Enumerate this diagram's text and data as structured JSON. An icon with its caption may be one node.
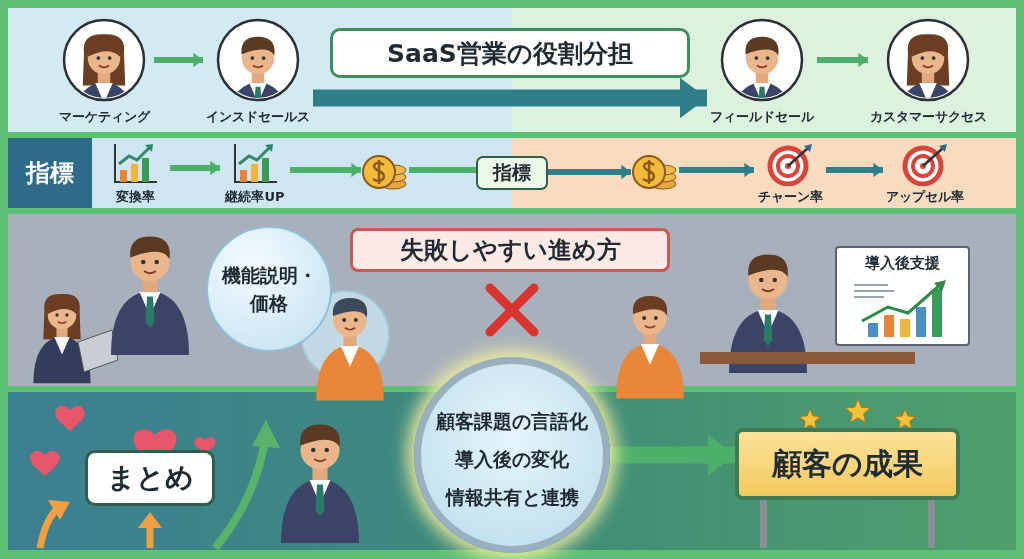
{
  "diagram": {
    "title": "SaaS営業の役割分担",
    "nodes": [
      {
        "text": [
          "マーケティング"
        ]
      },
      {
        "text": [
          "インスドセールス"
        ]
      },
      {
        "text": [
          "フィールドセール"
        ]
      },
      {
        "text": [
          "カスタマーサクセス"
        ]
      },
      {
        "text": [
          "変換率"
        ]
      },
      {
        "text": [
          "継続率UP"
        ]
      },
      {
        "text": [],
        "shape": "picture"
      },
      {
        "text": [
          "指標"
        ]
      },
      {
        "text": [],
        "shape": "picture"
      },
      {
        "text": [
          "チャーン率"
        ]
      },
      {
        "text": [
          "アップセル率"
        ]
      },
      {
        "text": [
          "機能説明・価格"
        ]
      },
      {
        "text": [
          "導入後支援"
        ]
      },
      {
        "text": [
          "まとめ"
        ]
      },
      {
        "text": [
          "顧客課題の言語化",
          "導入後の変化",
          "情報共有と連携"
        ]
      },
      {
        "text": [
          "顧客の成果"
        ]
      }
    ],
    "edges": [
      {
        "from": 0,
        "to": 1,
        "arrow": "to"
      },
      {
        "from": 1,
        "to": 2,
        "arrow": "to",
        "style": "thick",
        "color": "#2f7f8a"
      },
      {
        "from": 2,
        "to": 3,
        "arrow": "to"
      },
      {
        "from": 4,
        "to": 5,
        "arrow": "to"
      },
      {
        "from": 5,
        "to": 6,
        "arrow": "to"
      },
      {
        "from": 6,
        "to": 7,
        "arrow": "none"
      },
      {
        "from": 7,
        "to": 8,
        "arrow": "to",
        "color": "#2f7f8a"
      },
      {
        "from": 8,
        "to": 9,
        "arrow": "to",
        "color": "#2f7f8a"
      },
      {
        "from": 9,
        "to": 10,
        "arrow": "to",
        "color": "#2f7f8a"
      },
      {
        "from": 14,
        "to": 15,
        "arrow": "to",
        "style": "thick"
      }
    ],
    "labels": [
      "指標",
      "失敗しやすい進め方"
    ]
  }
}
